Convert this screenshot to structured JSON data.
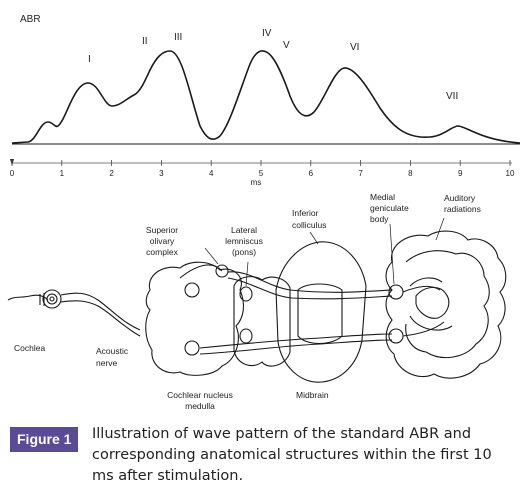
{
  "abr": {
    "title": "ABR",
    "wave_labels": [
      "I",
      "II",
      "III",
      "IV",
      "V",
      "VI",
      "VII"
    ],
    "x_ticks": [
      "0",
      "1",
      "2",
      "3",
      "4",
      "5",
      "6",
      "7",
      "8",
      "9",
      "10"
    ],
    "x_unit": "ms"
  },
  "anatomy": {
    "cochlea": "Cochlea",
    "acoustic_nerve": [
      "Acoustic",
      "nerve"
    ],
    "cochlear_nucleus": [
      "Cochlear nucleus",
      "medulla"
    ],
    "superior_olivary": [
      "Superior",
      "olivary",
      "complex"
    ],
    "lateral_lemniscus": [
      "Lateral",
      "lemniscus",
      "(pons)"
    ],
    "inferior_colliculus": [
      "Inferior",
      "colliculus"
    ],
    "medial_geniculate": [
      "Medial",
      "geniculate",
      "body"
    ],
    "auditory_radiations": [
      "Auditory",
      "radiations"
    ],
    "midbrain": "Midbrain"
  },
  "caption": {
    "badge": "Figure 1",
    "text": "Illustration of wave pattern of the standard ABR and corresponding anatomical structures within the first 10 ms after stimulation."
  },
  "colors": {
    "badge_bg": "#5b4a95",
    "line": "#1a1a1a"
  }
}
